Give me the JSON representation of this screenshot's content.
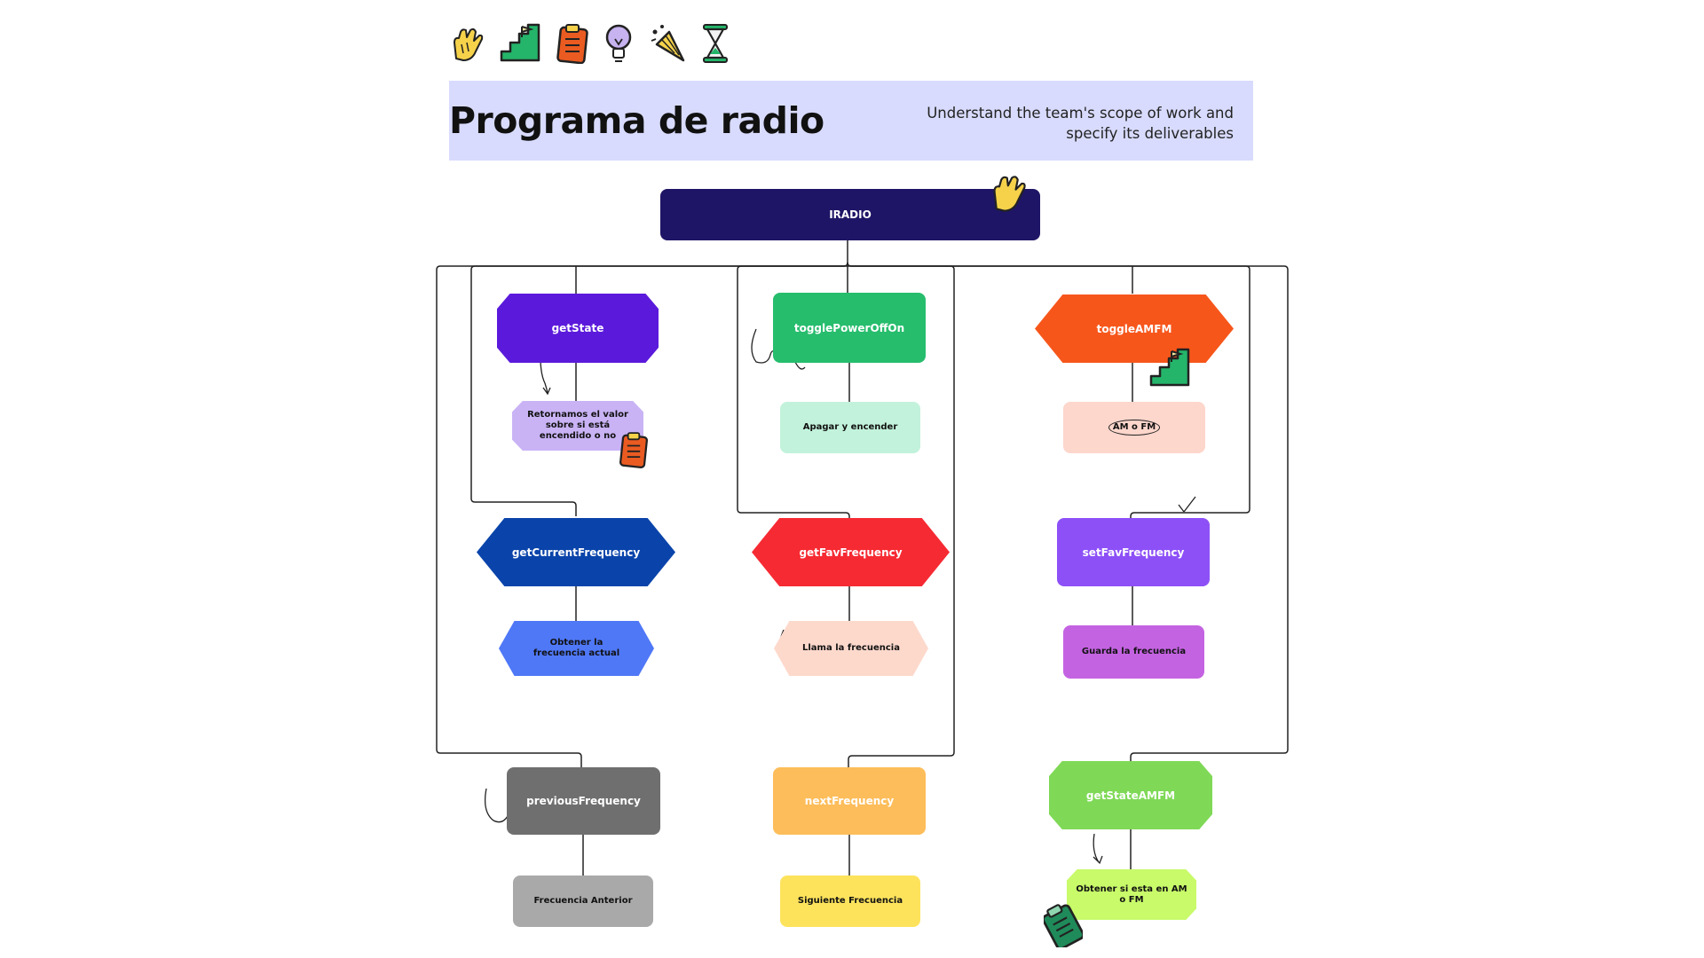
{
  "header": {
    "title": "Programa de radio",
    "subtitle_line1": "Understand the team's scope of work and",
    "subtitle_line2": "specify its deliverables"
  },
  "stickers_top": [
    "high-five-icon",
    "stairs-flag-icon",
    "clipboard-icon",
    "lightbulb-icon",
    "party-popper-icon",
    "hourglass-icon"
  ],
  "root": {
    "label": "IRADIO",
    "color": "#1f1566"
  },
  "nodes": {
    "getState": {
      "label": "getState",
      "color": "#5b1adb",
      "desc": "Retornamos el valor sobre si está encendido o no",
      "desc_color": "#c9b3f5"
    },
    "togglePowerOffOn": {
      "label": "togglePowerOffOn",
      "color": "#26bd6d",
      "desc": "Apagar y encender",
      "desc_color": "#c2f2db"
    },
    "toggleAMFM": {
      "label": "toggleAMFM",
      "color": "#f7561b",
      "desc": "AM o FM",
      "desc_color": "#fdd6cc"
    },
    "getCurrentFrequency": {
      "label": "getCurrentFrequency",
      "color": "#0a44aa",
      "desc": "Obtener la frecuencia actual",
      "desc_color": "#4f78f7"
    },
    "getFavFrequency": {
      "label": "getFavFrequency",
      "color": "#f62a33",
      "desc": "Llama la frecuencia",
      "desc_color": "#fdd9cc"
    },
    "setFavFrequency": {
      "label": "setFavFrequency",
      "color": "#8d50f7",
      "desc": "Guarda la frecuencia",
      "desc_color": "#c463e2"
    },
    "previousFrequency": {
      "label": "previousFrequency",
      "color": "#6f6f6f",
      "desc": "Frecuencia Anterior",
      "desc_color": "#a9a9a9"
    },
    "nextFrequency": {
      "label": "nextFrequency",
      "color": "#fdbd5a",
      "desc": "Siguiente Frecuencia",
      "desc_color": "#fde35c"
    },
    "getStateAMFM": {
      "label": "getStateAMFM",
      "color": "#7fd957",
      "desc": "Obtener si esta en AM o FM",
      "desc_color": "#c8fa6a"
    }
  }
}
